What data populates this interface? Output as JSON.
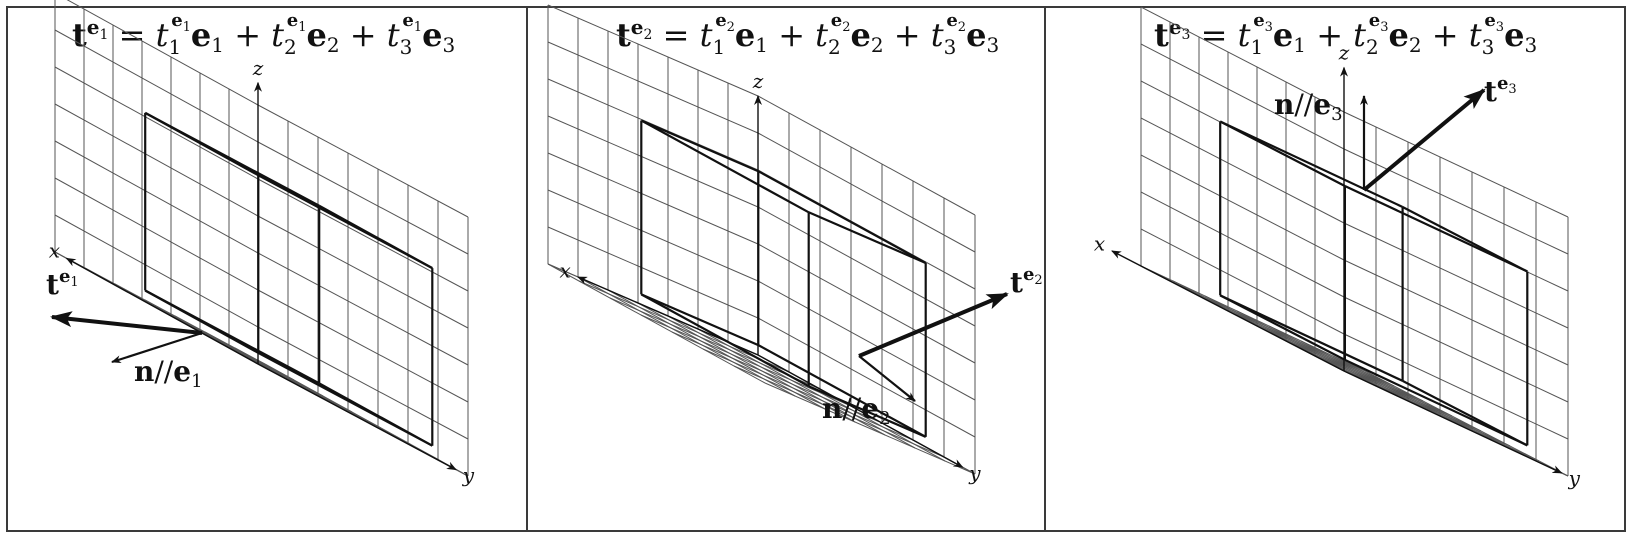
{
  "panels": [
    {
      "id": "e1",
      "formula": {
        "lhs_vec": "t",
        "lhs_sup": "e",
        "lhs_sup_sub": "1",
        "normal_index": "1"
      },
      "traction_label": {
        "vec": "t",
        "sup": "e",
        "sup_sub": "1"
      },
      "normal_label": {
        "n": "n",
        "sep": "//",
        "e": "e",
        "sub": "1"
      },
      "axis_labels": {
        "x": "x",
        "y": "y",
        "z": "z"
      }
    },
    {
      "id": "e2",
      "formula": {
        "lhs_vec": "t",
        "lhs_sup": "e",
        "lhs_sup_sub": "2",
        "normal_index": "2"
      },
      "traction_label": {
        "vec": "t",
        "sup": "e",
        "sup_sub": "2"
      },
      "normal_label": {
        "n": "n",
        "sep": "//",
        "e": "e",
        "sub": "2"
      },
      "axis_labels": {
        "x": "x",
        "y": "y",
        "z": "z"
      }
    },
    {
      "id": "e3",
      "formula": {
        "lhs_vec": "t",
        "lhs_sup": "e",
        "lhs_sup_sub": "3",
        "normal_index": "3"
      },
      "traction_label": {
        "vec": "t",
        "sup": "e",
        "sup_sub": "3"
      },
      "normal_label": {
        "n": "n",
        "sep": "//",
        "e": "e",
        "sub": "3"
      },
      "axis_labels": {
        "x": "x",
        "y": "y",
        "z": "z"
      }
    }
  ],
  "formula_terms": [
    {
      "t": "t",
      "sub": "1",
      "e": "e",
      "esub": "1"
    },
    {
      "t": "t",
      "sub": "2",
      "e": "e",
      "esub": "2"
    },
    {
      "t": "t",
      "sub": "3",
      "e": "e",
      "esub": "3"
    }
  ],
  "colors": {
    "ink": "#111111",
    "grid": "#555555",
    "border": "#3a3a3a",
    "background": "#ffffff"
  }
}
